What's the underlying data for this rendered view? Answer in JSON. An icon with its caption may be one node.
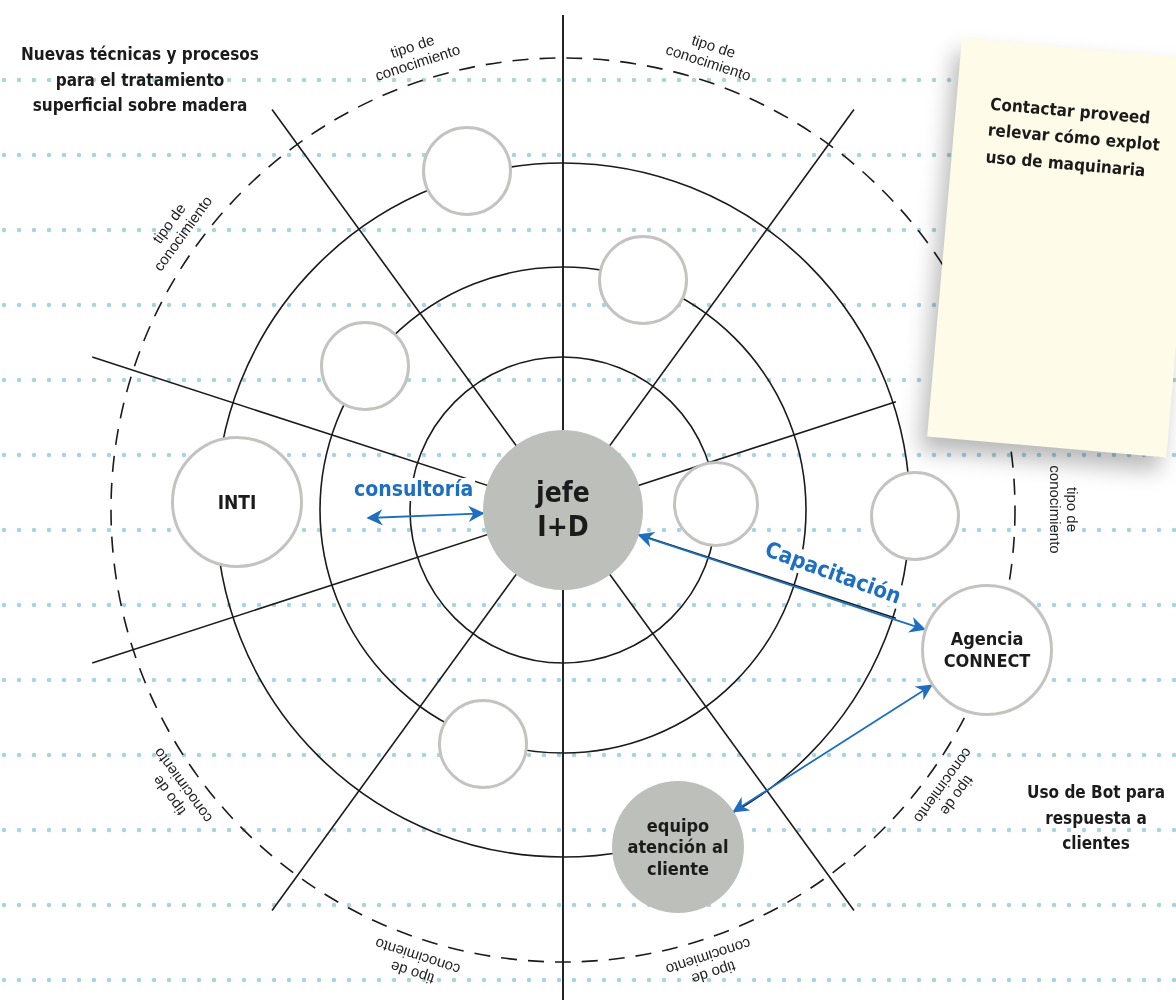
{
  "diagram": {
    "nodes": [
      {
        "text": [
          "Contactar proveed relevar cómo explot uso de maquinaria"
        ]
      },
      {
        "text": [],
        "shape": "circle"
      },
      {
        "text": [],
        "shape": "circle"
      },
      {
        "text": [],
        "shape": "circle"
      },
      {
        "text": [
          "INTI"
        ]
      },
      {
        "text": [
          "jefe I+D"
        ]
      },
      {
        "text": [],
        "shape": "circle"
      },
      {
        "text": [],
        "shape": "circle"
      },
      {
        "text": [
          "Agencia CONNECT"
        ]
      },
      {
        "text": [],
        "shape": "circle"
      },
      {
        "text": [
          "equipo atención al cliente"
        ]
      }
    ],
    "edges": [
      {
        "from": null,
        "to": 5,
        "arrow": "both",
        "label": "consultoría"
      },
      {
        "from": 5,
        "to": 8,
        "arrow": "both",
        "label": "Capacitación"
      },
      {
        "from": 8,
        "to": 10,
        "arrow": "both"
      }
    ],
    "labels": [
      "tipo de conocimiento",
      "tipo de conocimiento",
      "Nuevas técnicas y procesos para el tratamiento superficial sobre madera",
      "tipo de conocimiento",
      "tipo de conocimiento",
      "tipo de conocimiento",
      "tipo de conocimiento",
      "Uso de Bot para respuesta a clientes",
      "tipo de conocimiento",
      "tipo de conocimiento"
    ]
  }
}
